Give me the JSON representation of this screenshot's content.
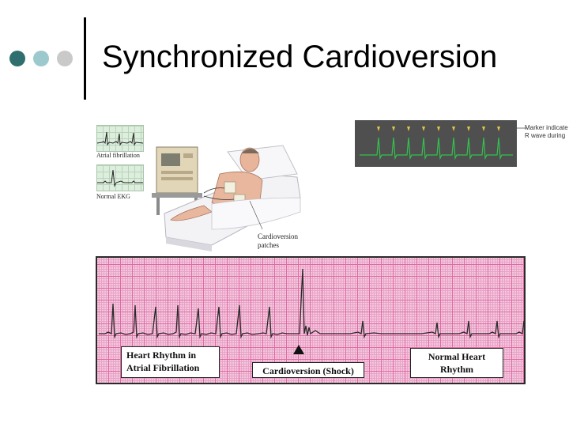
{
  "slide": {
    "title": "Synchronized Cardioversion",
    "bullet_colors": [
      "#2f6f6f",
      "#9cc9cd",
      "#c9c9c9"
    ]
  },
  "illustration": {
    "strip_labels": [
      "Atrial fibrillation",
      "Normal EKG"
    ],
    "callout": "Cardioversion patches"
  },
  "marker_image": {
    "callout": "Marker indicate R wave during"
  },
  "ekg_strip": {
    "labels": {
      "atrial_fibrillation": "Heart Rhythm in Atrial Fibrillation",
      "cardioversion": "Cardioversion (Shock)",
      "normal": "Normal Heart Rhythm"
    },
    "trace_color": "#2a2a2a",
    "grid_color": "#e06aa3"
  }
}
